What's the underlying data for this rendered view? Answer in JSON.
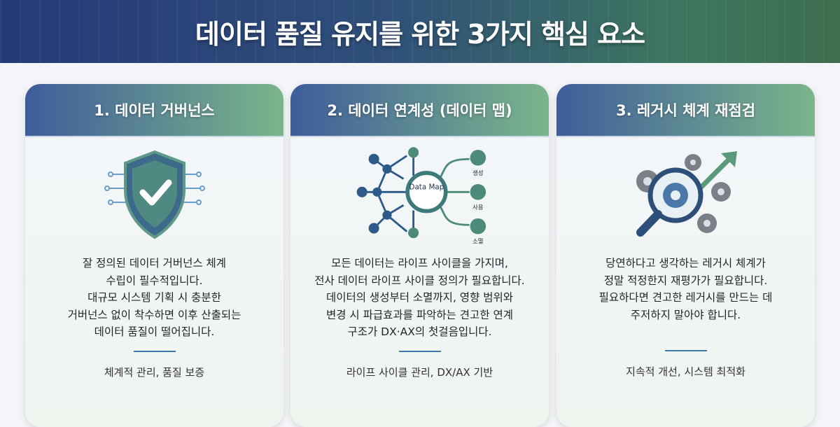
{
  "title": "데이터 품질 유지를 위한 3가지 핵심 요소",
  "cards": [
    {
      "heading": "1. 데이터 거버넌스",
      "icon": "shield-check-icon",
      "lines": [
        "잘 정의된 데이터 거버넌스 체계",
        "수립이 필수적입니다.",
        "대규모 시스템 기획 시 충분한",
        "거버넌스 없이 착수하면 이후 산출되는",
        "데이터 품질이 떨어집니다."
      ],
      "tags": "체계적 관리, 품질 보증"
    },
    {
      "heading": "2. 데이터 연계성 (데이터 맵)",
      "icon": "data-map-icon",
      "map": {
        "center": "Data Map",
        "outputs": [
          "생성",
          "사용",
          "소멸"
        ]
      },
      "lines": [
        "모든 데이터는 라이프 사이클을 가지며,",
        "전사 데이터 라이프 사이클 정의가 필요합니다.",
        "데이터의 생성부터 소멸까지, 영향 범위와",
        "변경 시 파급효과를 파악하는 견고한 연계",
        "구조가 DX·AX의 첫걸음입니다."
      ],
      "tags": "라이프 사이클 관리, DX/AX 기반"
    },
    {
      "heading": "3. 레거시 체계 재점검",
      "icon": "gears-magnifier-icon",
      "lines": [
        "당연하다고 생각하는 레거시 체계가",
        "정말 적정한지 재평가가 필요합니다.",
        "필요하다면 견고한 레거시를 만드는 데",
        "주저하지 말아야 합니다."
      ],
      "tags": "지속적 개선, 시스템 최적화"
    }
  ],
  "colors": {
    "blue": "#3e5d9a",
    "green": "#7bb58a"
  }
}
